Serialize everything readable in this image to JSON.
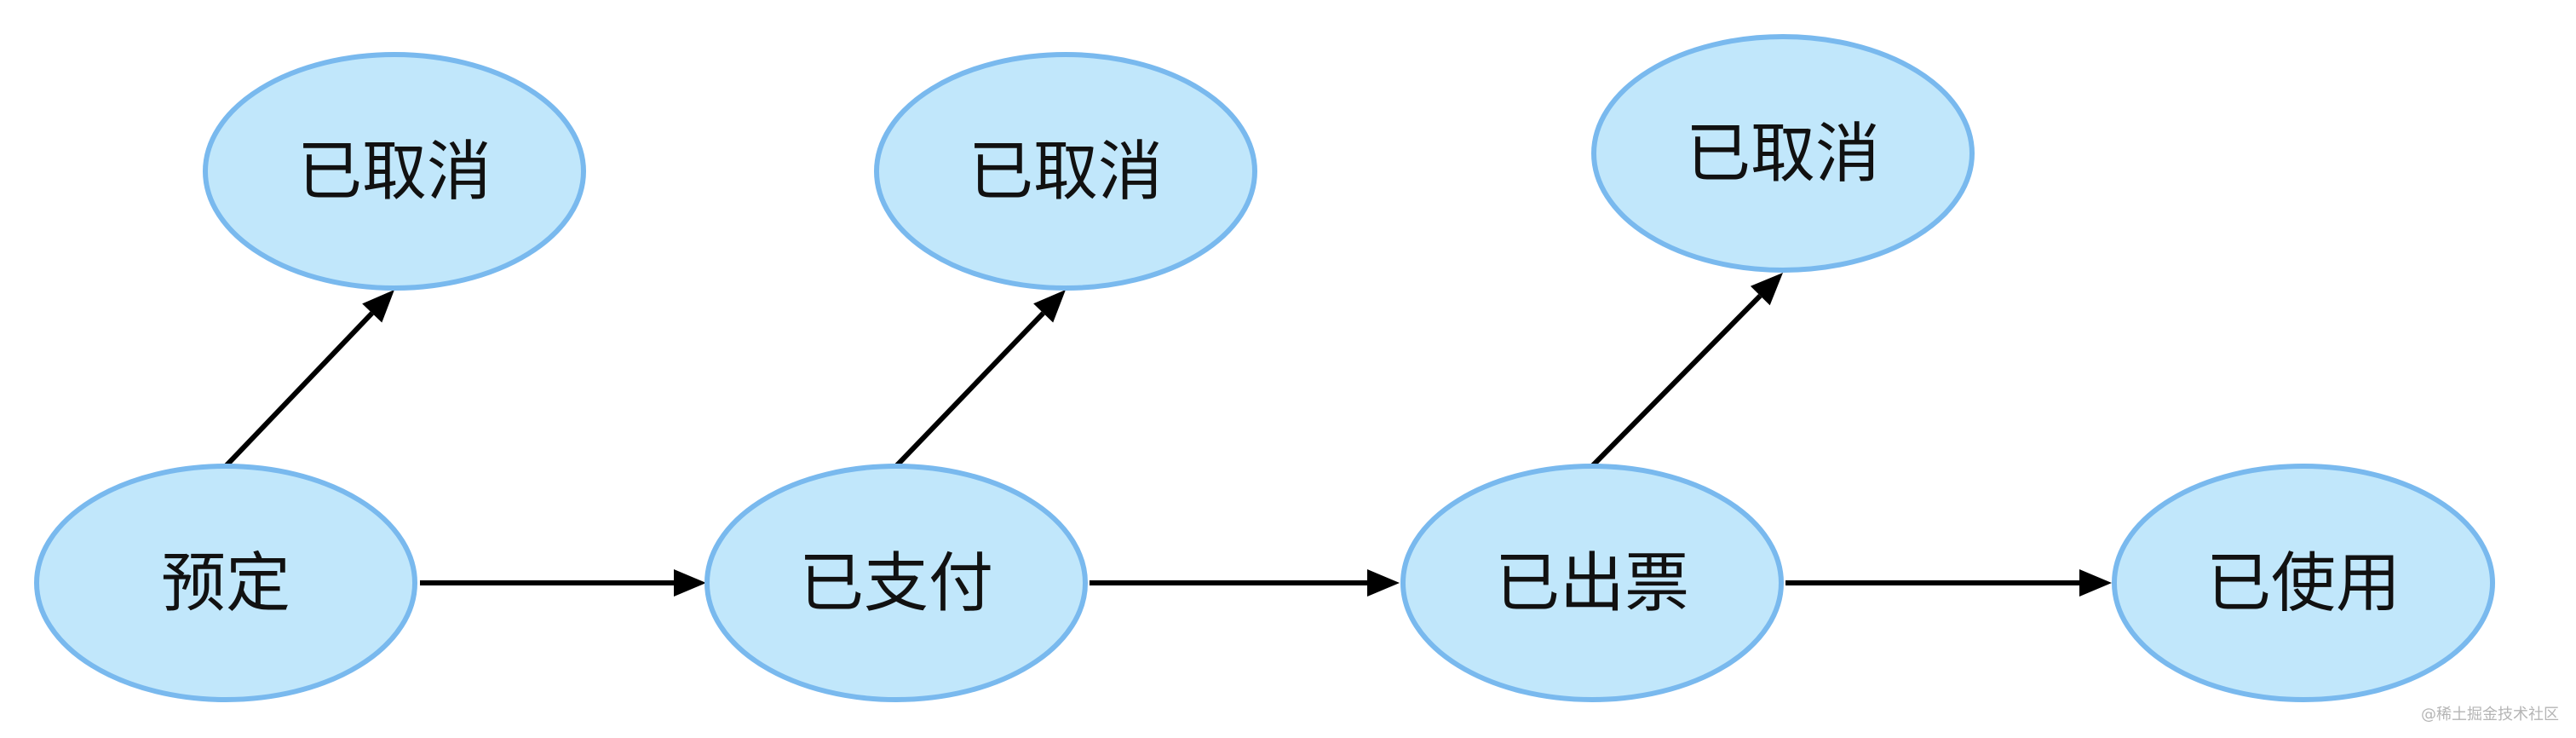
{
  "diagram": {
    "nodes": [
      {
        "id": "booked",
        "label": "预定"
      },
      {
        "id": "paid",
        "label": "已支付"
      },
      {
        "id": "ticketed",
        "label": "已出票"
      },
      {
        "id": "used",
        "label": "已使用"
      },
      {
        "id": "cancelled_1",
        "label": "已取消"
      },
      {
        "id": "cancelled_2",
        "label": "已取消"
      },
      {
        "id": "cancelled_3",
        "label": "已取消"
      }
    ],
    "edges": [
      {
        "from": "booked",
        "to": "paid"
      },
      {
        "from": "paid",
        "to": "ticketed"
      },
      {
        "from": "ticketed",
        "to": "used"
      },
      {
        "from": "booked",
        "to": "cancelled_1"
      },
      {
        "from": "paid",
        "to": "cancelled_2"
      },
      {
        "from": "ticketed",
        "to": "cancelled_3"
      }
    ],
    "colors": {
      "node_fill": "#c1e7fb",
      "node_stroke": "#79b9ee",
      "edge": "#000000"
    }
  },
  "watermark": "@稀土掘金技术社区"
}
